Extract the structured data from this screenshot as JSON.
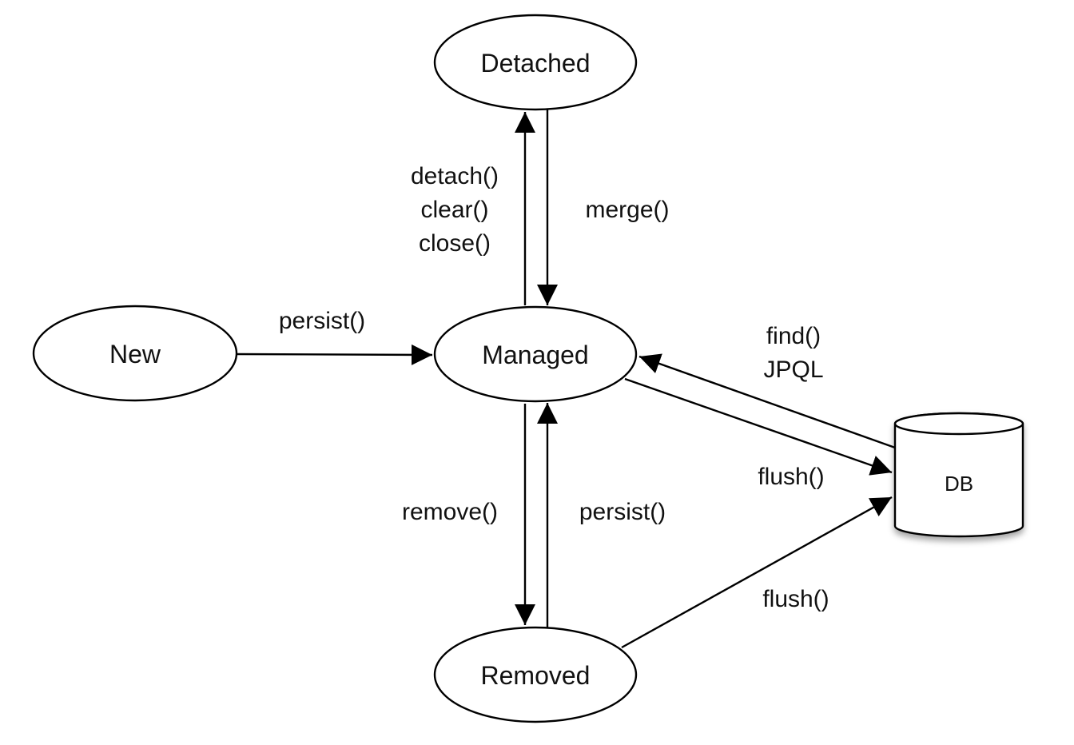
{
  "diagram": {
    "nodes": {
      "detached": "Detached",
      "new": "New",
      "managed": "Managed",
      "removed": "Removed",
      "db": "DB"
    },
    "edges": {
      "detach_labels": [
        "detach()",
        "clear()",
        "close()"
      ],
      "merge": "merge()",
      "persist_new": "persist()",
      "find": "find()",
      "jpql": "JPQL",
      "flush_managed": "flush()",
      "remove": "remove()",
      "persist_removed": "persist()",
      "flush_removed": "flush()"
    },
    "colors": {
      "stroke": "#000000",
      "fill": "#ffffff",
      "text": "#111111"
    }
  }
}
